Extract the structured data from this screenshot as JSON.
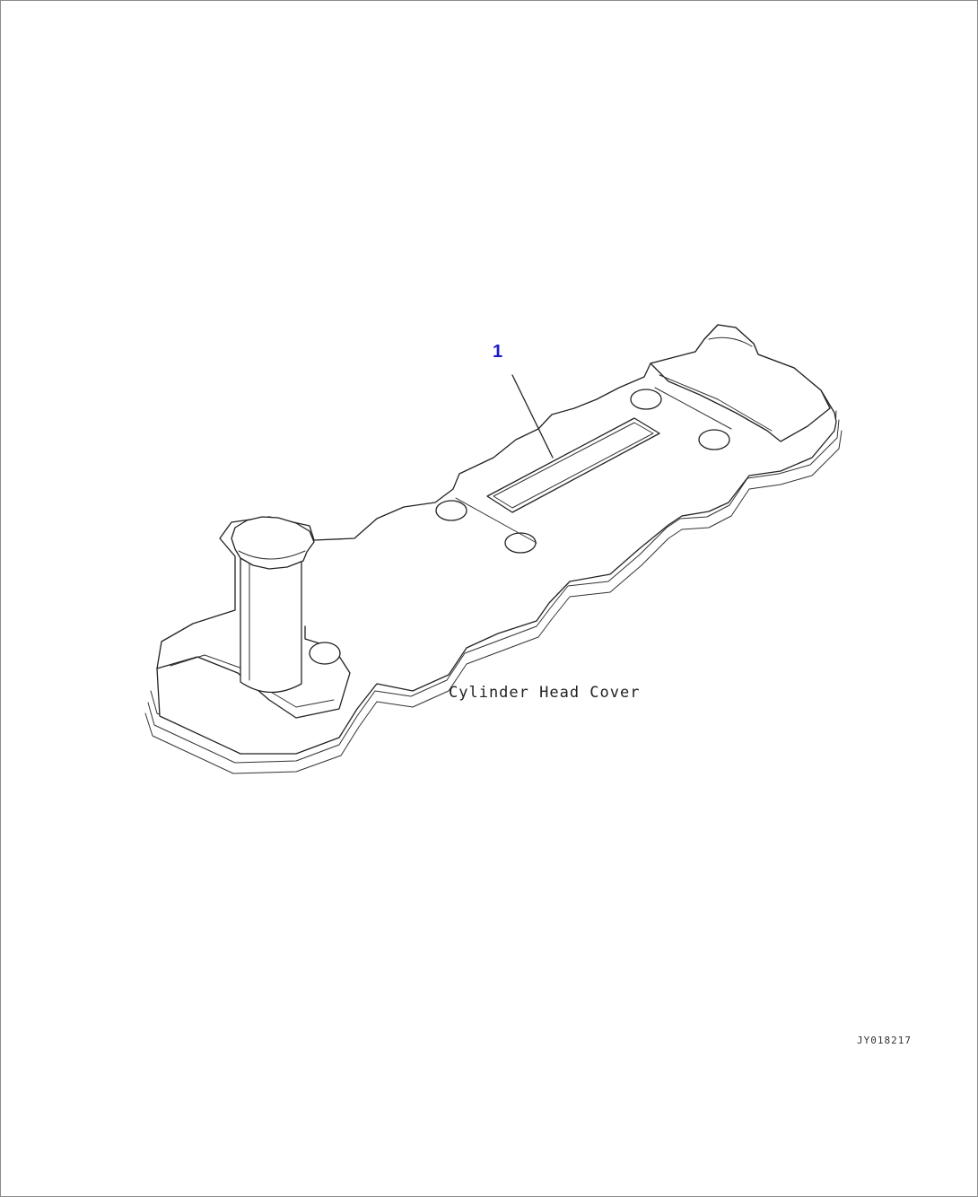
{
  "diagram": {
    "callouts": [
      {
        "number": "1"
      }
    ],
    "labels": {
      "part_name": "Cylinder Head Cover",
      "drawing_id": "JY018217"
    },
    "colors": {
      "line": "#222222",
      "callout": "#1a1acc",
      "border": "#8a8a8a"
    }
  }
}
